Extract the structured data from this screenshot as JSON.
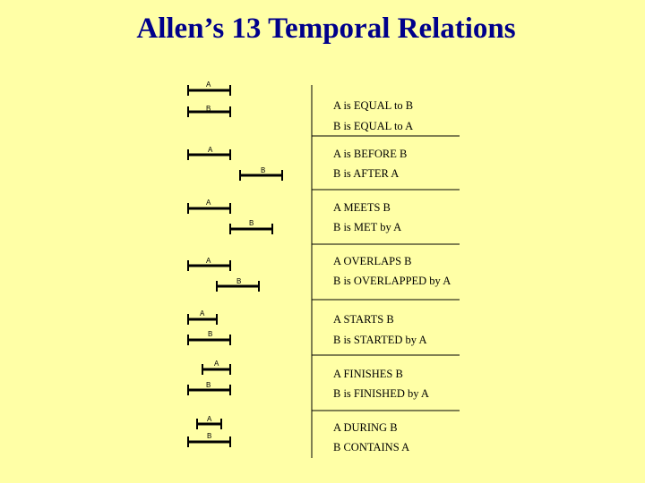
{
  "title": "Allen’s 13 Temporal Relations",
  "relations": [
    {
      "a_label": "A",
      "b_label": "B",
      "line1": "A is EQUAL to B",
      "line2": "B is EQUAL to A"
    },
    {
      "a_label": "A",
      "b_label": "B",
      "line1": "A is BEFORE B",
      "line2": "B is AFTER A"
    },
    {
      "a_label": "A",
      "b_label": "B",
      "line1": "A MEETS B",
      "line2": "B is MET by A"
    },
    {
      "a_label": "A",
      "b_label": "B",
      "line1": "A OVERLAPS B",
      "line2": "B is OVERLAPPED by A"
    },
    {
      "a_label": "A",
      "b_label": "B",
      "line1": "A STARTS B",
      "line2": "B is STARTED by A"
    },
    {
      "a_label": "A",
      "b_label": "B",
      "line1": "A FINISHES B",
      "line2": "B is FINISHED by A"
    },
    {
      "a_label": "A",
      "b_label": "B",
      "line1": "A DURING B",
      "line2": "B CONTAINS A"
    }
  ]
}
